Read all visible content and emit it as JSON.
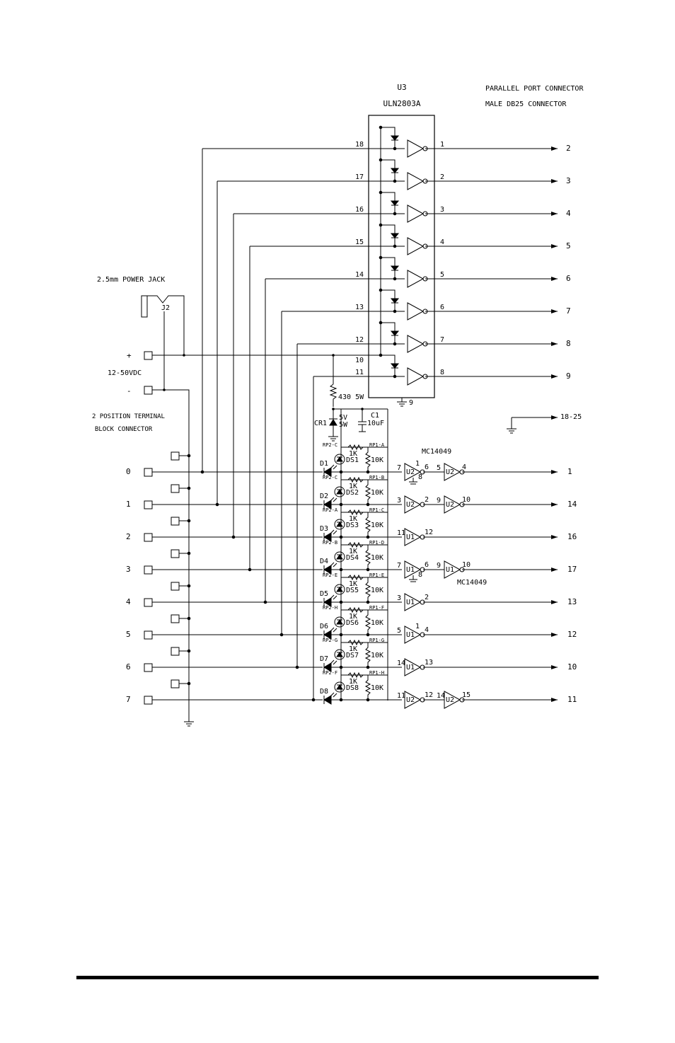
{
  "u3": {
    "ref": "U3",
    "part": "ULN2803A",
    "gnd_pin": "9"
  },
  "port": {
    "title": "PARALLEL PORT CONNECTOR",
    "subtitle": "MALE DB25 CONNECTOR",
    "gnd_pins": "18-25"
  },
  "power": {
    "jack_label": "2.5mm POWER JACK",
    "jack_ref": "J2",
    "plus": "+",
    "minus": "-",
    "voltage": "12-50VDC",
    "terminal_line1": "2 POSITION TERMINAL",
    "terminal_line2": "BLOCK CONNECTOR"
  },
  "bias": {
    "resistor": "430 5W",
    "zener_ref": "CR1",
    "zener_v": "5V",
    "zener_w": "5W",
    "cap_ref": "C1",
    "cap_val": "10uF"
  },
  "outputs": [
    {
      "ic_pin": "18",
      "gate_in": "1",
      "db25": "2"
    },
    {
      "ic_pin": "17",
      "gate_in": "2",
      "db25": "3"
    },
    {
      "ic_pin": "16",
      "gate_in": "3",
      "db25": "4"
    },
    {
      "ic_pin": "15",
      "gate_in": "4",
      "db25": "5"
    },
    {
      "ic_pin": "14",
      "gate_in": "5",
      "db25": "6"
    },
    {
      "ic_pin": "13",
      "gate_in": "6",
      "db25": "7"
    },
    {
      "ic_pin": "12",
      "gate_in": "7",
      "db25": "8"
    },
    {
      "ic_pin": "11",
      "gate_in": "8",
      "db25": "9"
    }
  ],
  "com_pin": "10",
  "inputs": [
    {
      "num": "0",
      "diode": "D1",
      "led": "DS1",
      "rp2": "RP2-C",
      "rp1": "RP1-A",
      "r1": "1K",
      "r2": "10K",
      "db25": "1"
    },
    {
      "num": "1",
      "diode": "D2",
      "led": "DS2",
      "rp2": "RP2-C",
      "rp1": "RP1-B",
      "r1": "1K",
      "r2": "10K",
      "db25": "14"
    },
    {
      "num": "2",
      "diode": "D3",
      "led": "DS3",
      "rp2": "RP2-A",
      "rp1": "RP1-C",
      "r1": "1K",
      "r2": "10K",
      "db25": "16"
    },
    {
      "num": "3",
      "diode": "D4",
      "led": "DS4",
      "rp2": "RP2-B",
      "rp1": "RP1-D",
      "r1": "1K",
      "r2": "10K",
      "db25": "17"
    },
    {
      "num": "4",
      "diode": "D5",
      "led": "DS5",
      "rp2": "RP2-E",
      "rp1": "RP1-E",
      "r1": "1K",
      "r2": "10K",
      "db25": "13"
    },
    {
      "num": "5",
      "diode": "D6",
      "led": "DS6",
      "rp2": "RP2-H",
      "rp1": "RP1-F",
      "r1": "1K",
      "r2": "10K",
      "db25": "12"
    },
    {
      "num": "6",
      "diode": "D7",
      "led": "DS7",
      "rp2": "RP2-G",
      "rp1": "RP1-G",
      "r1": "1K",
      "r2": "10K",
      "db25": "10"
    },
    {
      "num": "7",
      "diode": "D8",
      "led": "DS8",
      "rp2": "RP2-F",
      "rp1": "RP1-H",
      "r1": "1K",
      "r2": "10K",
      "db25": "11"
    }
  ],
  "gates": [
    {
      "g1": "U2",
      "p1": "7",
      "p2": "6",
      "pwr": "1",
      "gnd": "8",
      "g2": "U2",
      "p3": "5",
      "p4": "4"
    },
    {
      "g1": "U2",
      "p1": "3",
      "p2": "2",
      "g2": "U2",
      "p3": "9",
      "p4": "10"
    },
    {
      "g1": "U1",
      "p1": "11",
      "p2": "12"
    },
    {
      "g1": "U1",
      "p1": "7",
      "p2": "6",
      "gnd": "8",
      "g2": "U1",
      "p3": "9",
      "p4": "10"
    },
    {
      "g1": "U1",
      "p1": "3",
      "p2": "2"
    },
    {
      "g1": "U1",
      "p1": "5",
      "p2": "4",
      "pwr": "1"
    },
    {
      "g1": "U1",
      "p1": "14",
      "p2": "13"
    },
    {
      "g1": "U2",
      "p1": "11",
      "p2": "12",
      "g2": "U2",
      "p3": "14",
      "p4": "15"
    }
  ],
  "ic_labels": {
    "top": "MC14049",
    "bottom": "MC14049"
  }
}
